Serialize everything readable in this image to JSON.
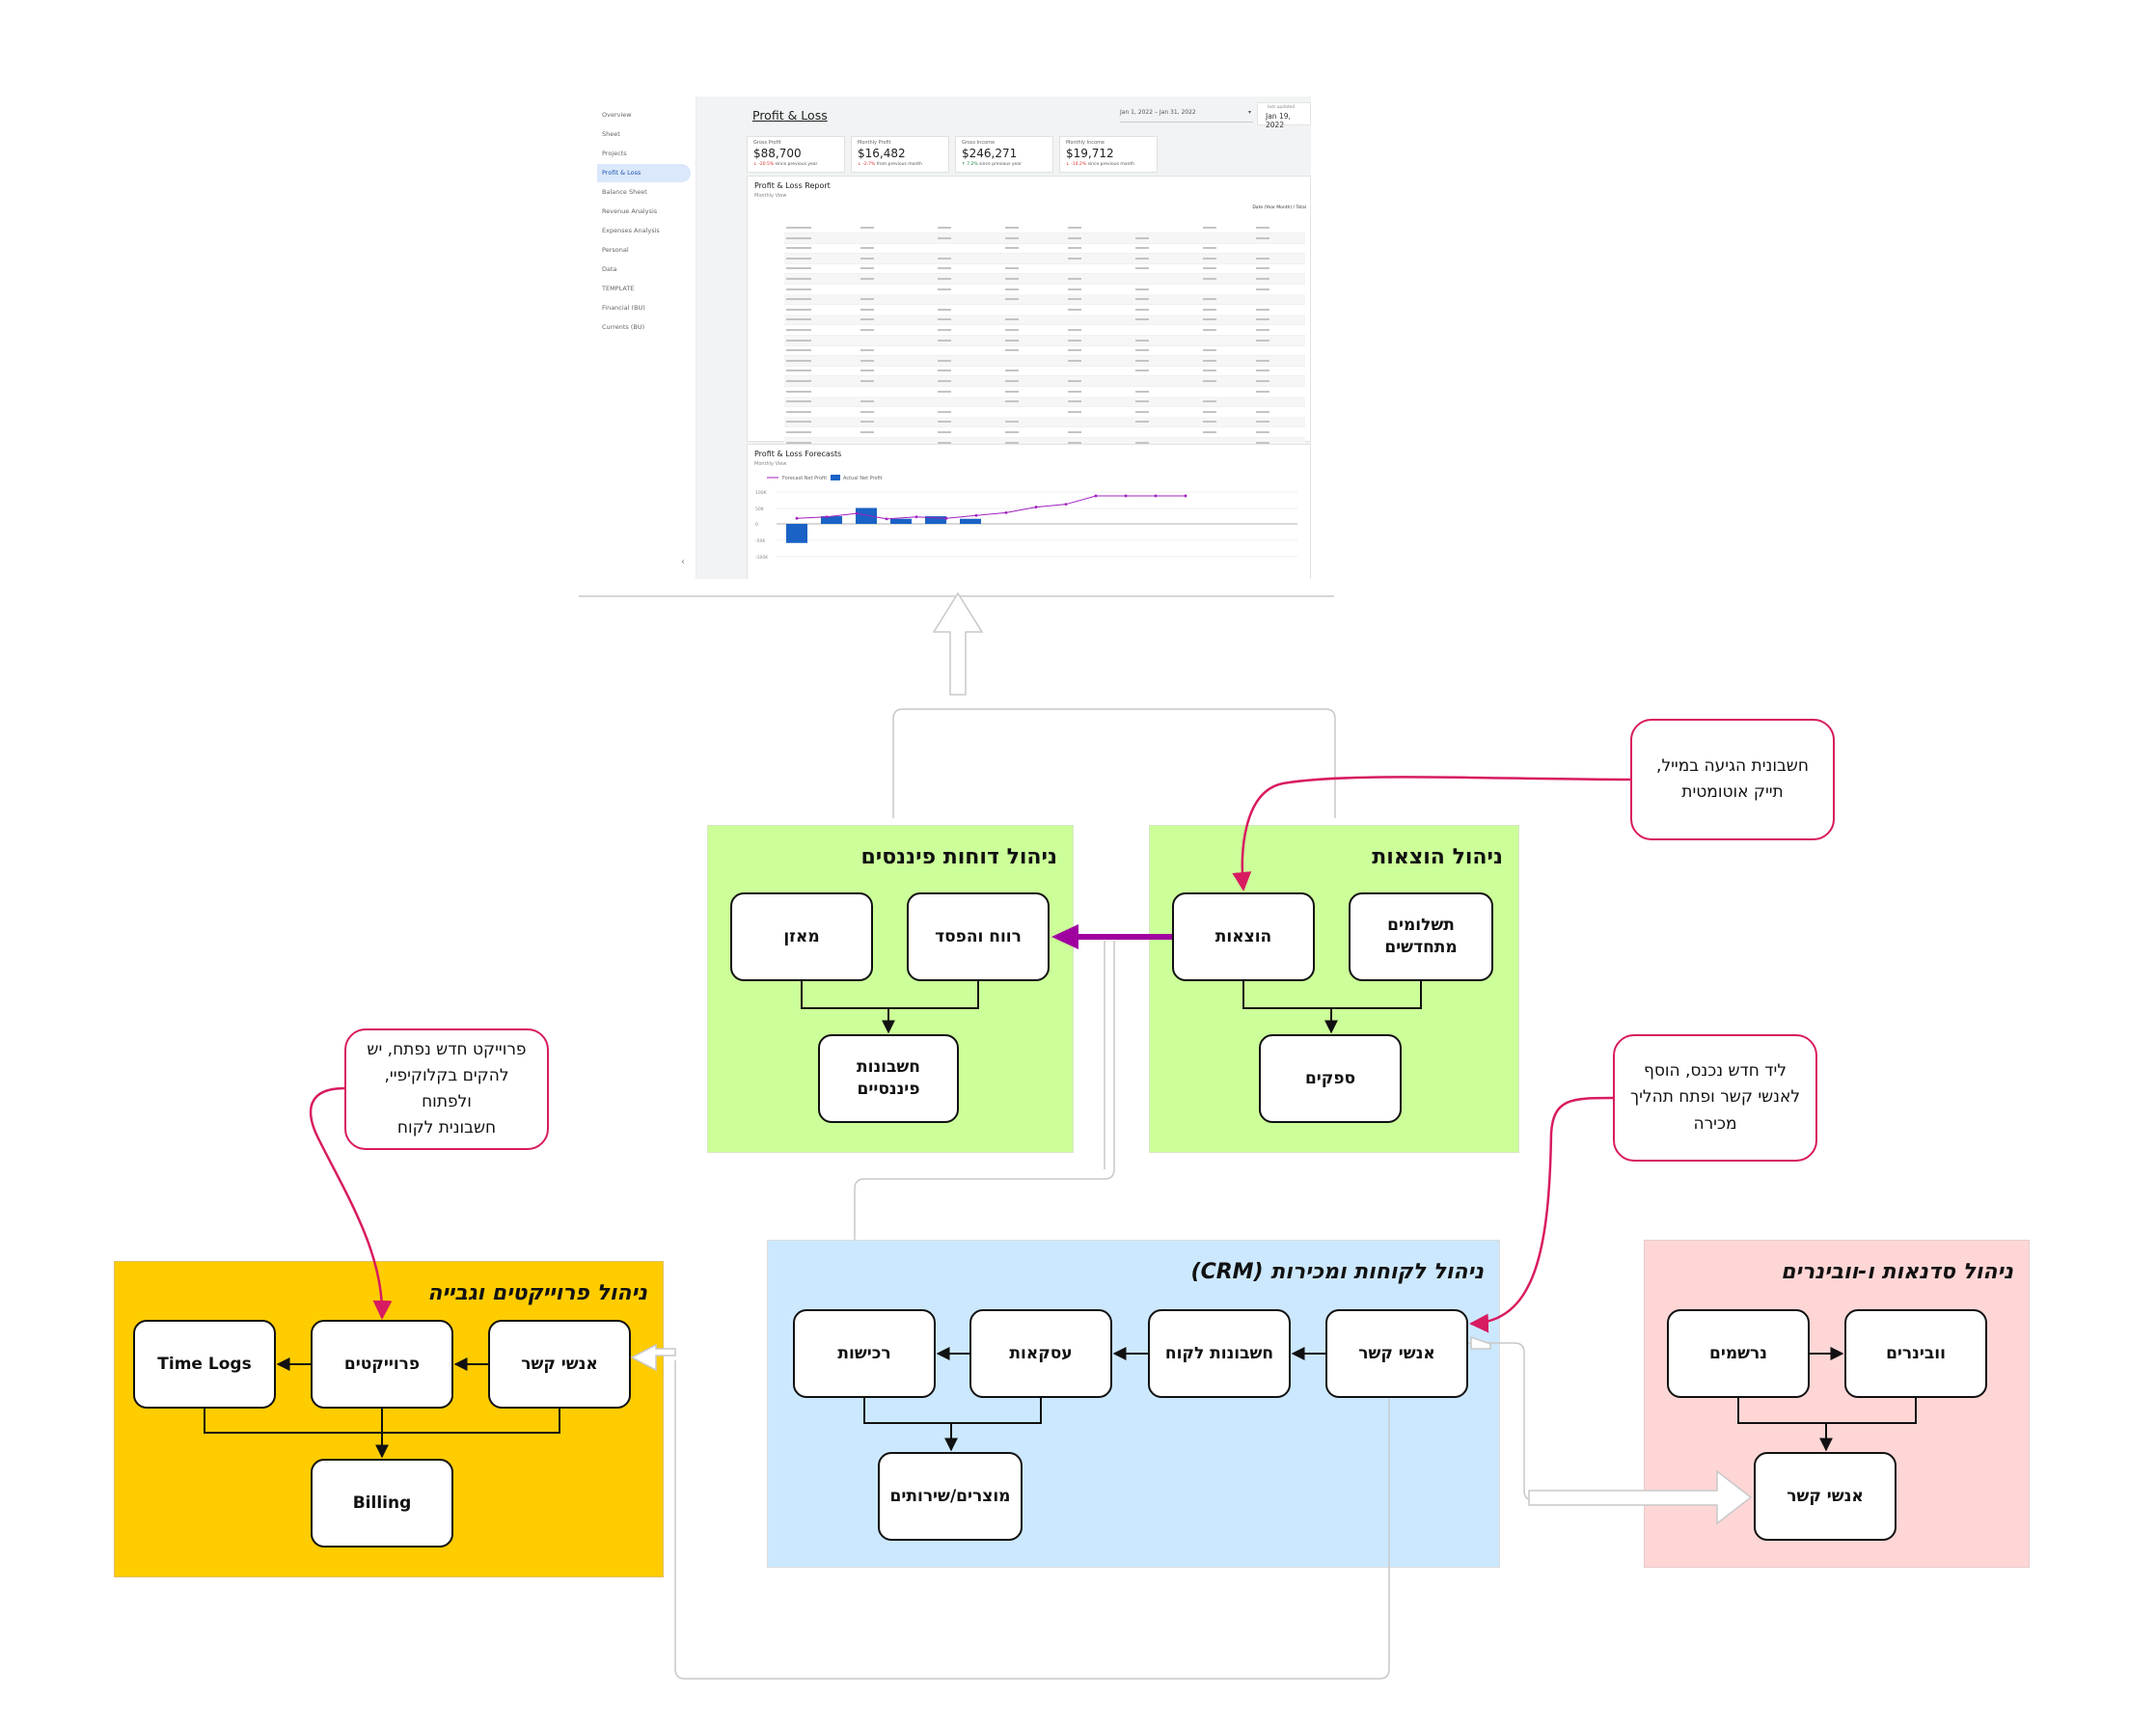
{
  "dashboard": {
    "sidebar": [
      "Overview",
      "Sheet",
      "Projects",
      "Profit & Loss",
      "Balance Sheet",
      "Revenue Analysis",
      "Expenses Analysis",
      "Personal",
      "Data",
      "TEMPLATE",
      "Financial (BU)",
      "Currents (BU)"
    ],
    "sidebar_active_index": 3,
    "collapse_icon": "chevron-left-icon",
    "title": "Profit & Loss",
    "date_range": "Jan 1, 2022 – Jan 31, 2022",
    "last_updated_label": "last updated",
    "last_updated": "Jan 19, 2022",
    "kpis": [
      {
        "label": "Gross Profit",
        "value": "$88,700",
        "delta": "↓ -20.5%",
        "delta_dir": "down",
        "note": "since previous year"
      },
      {
        "label": "Monthly Profit",
        "value": "$16,482",
        "delta": "↓ -2.7%",
        "delta_dir": "down",
        "note": "from previous month"
      },
      {
        "label": "Gross Income",
        "value": "$246,271",
        "delta": "↑ 7.2%",
        "delta_dir": "up",
        "note": "since previous year"
      },
      {
        "label": "Monthly Income",
        "value": "$19,712",
        "delta": "↓ -14.2%",
        "delta_dir": "down",
        "note": "since previous month"
      }
    ],
    "report_title": "Profit & Loss Report",
    "report_subtitle": "Monthly View",
    "report_header": "Date (Year Month) / Total",
    "forecast_title": "Profit & Loss Forecasts",
    "forecast_subtitle": "Monthly View",
    "forecast_legend": [
      "Forecast Net Profit",
      "Actual Net Profit"
    ],
    "forecast_y_ticks": [
      "100K",
      "50K",
      "0",
      "-50K",
      "-100K"
    ]
  },
  "groups": {
    "finance_reports": {
      "title": "ניהול דוחות פיננסים",
      "nodes": {
        "balance": "מאזן",
        "profit_loss": "רווח והפסד",
        "financial_accounts": "חשבונות פיננסיים"
      }
    },
    "expenses": {
      "title": "ניהול הוצאות",
      "nodes": {
        "recurring": "תשלומים\nמתחדשים",
        "expenses": "הוצאות",
        "suppliers": "ספקים"
      }
    },
    "crm": {
      "title": "ניהול לקוחות ומכירות (CRM)",
      "nodes": {
        "purchases": "רכישות",
        "deals": "עסקאות",
        "customer_accounts": "חשבונות לקוח",
        "contacts": "אנשי קשר",
        "products": "מוצרים/שירותים"
      }
    },
    "webinars": {
      "title": "ניהול סדנאות ו-וובינרים",
      "nodes": {
        "registrants": "נרשמים",
        "webinars": "וובינרים",
        "contacts": "אנשי קשר"
      }
    },
    "projects": {
      "title": "ניהול פרוייקטים וגבייה",
      "nodes": {
        "time_logs": "Time Logs",
        "projects": "פרוייקטים",
        "contacts": "אנשי קשר",
        "billing": "Billing"
      }
    }
  },
  "callouts": {
    "invoice_email": "חשבונית הגיעה במייל,\nתייק אוטומטית",
    "new_lead": "ליד חדש נכנס, הוסף\nלאנשי קשר ופתח תהליך\nמכירה",
    "new_project": "פרוייקט חדש נפתח, יש\nלהקים בקלוקיפיי, ולפתוח\nחשבונית לקוח"
  },
  "colors": {
    "green": "#ccff99",
    "blue": "#cce8ff",
    "pink": "#ffd6d6",
    "yellow": "#ffcc00",
    "magenta": "#d81b60",
    "purple_arrow": "#a000a0",
    "bar_blue": "#1a62c5",
    "forecast_line": "#a020c0"
  }
}
